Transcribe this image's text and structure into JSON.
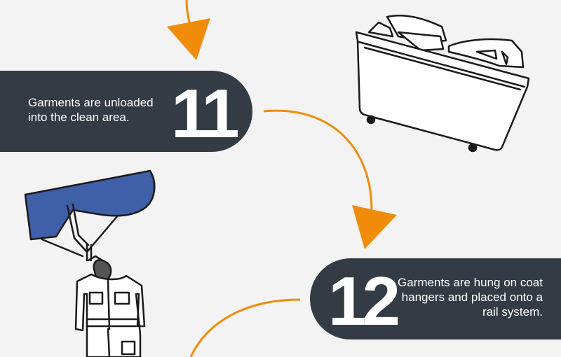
{
  "colors": {
    "background": "#f3f3f3",
    "panel": "#333c45",
    "arrow": "#f08c0a",
    "machine_blue": "#3f5fa8",
    "line": "#1a1a1a"
  },
  "steps": [
    {
      "number": "11",
      "text": "Garments are unloaded into the clean area."
    },
    {
      "number": "12",
      "text": "Garments are hung on coat hangers and placed onto a rail system."
    }
  ],
  "illustrations": {
    "trolley": "laundry-trolley-icon",
    "hanger": "coverall-on-hanger-icon"
  }
}
